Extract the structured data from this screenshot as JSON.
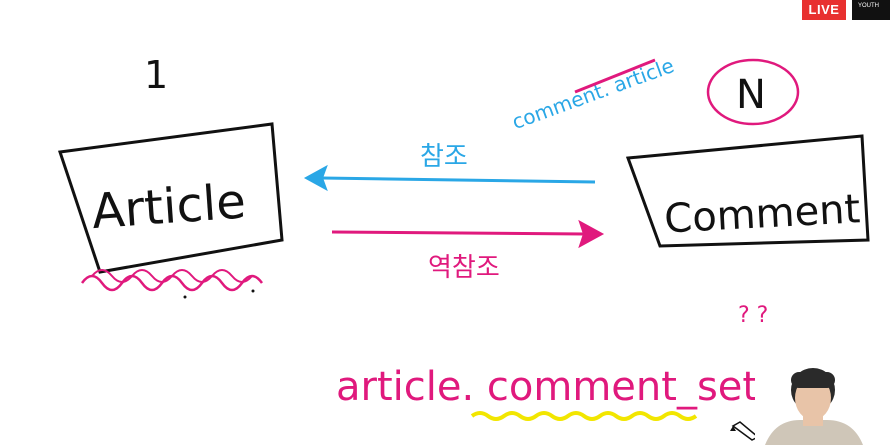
{
  "stream": {
    "live_label": "LIVE",
    "logo_text": "YOUTH"
  },
  "diagram": {
    "left_entity": {
      "label": "Article",
      "multiplicity": "1"
    },
    "right_entity": {
      "label": "Comment",
      "multiplicity": "N"
    },
    "reference": {
      "label": "참조",
      "note": "comment. article",
      "color": "#2aa7e6"
    },
    "reverse_reference": {
      "label": "역참조",
      "color": "#e0197d"
    },
    "expression": "article. comment_set",
    "question": "? ?"
  },
  "colors": {
    "ink": "#111111",
    "pink": "#e0197d",
    "blue": "#2aa7e6",
    "yellow": "#f2e600"
  },
  "icons": [
    "pencil-cursor-icon"
  ]
}
